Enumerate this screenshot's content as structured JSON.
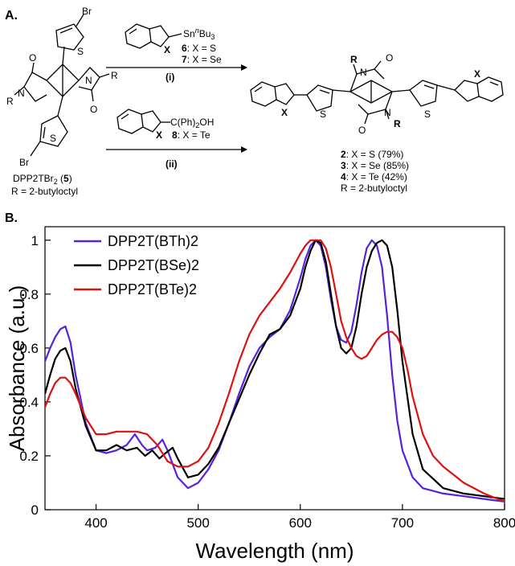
{
  "scheme": {
    "panel_label": "A.",
    "reagent_top": {
      "label_main": "Sn",
      "label_sup": "n",
      "label_tail": "Bu",
      "label_sub": "3",
      "x_label": "X",
      "compounds": [
        {
          "num": "6",
          "text": ": X = S"
        },
        {
          "num": "7",
          "text": ": X = Se"
        }
      ],
      "step": "(i)"
    },
    "reagent_bottom": {
      "label_main": "C(Ph)",
      "label_sub": "2",
      "label_tail": "OH",
      "x_label": "X",
      "compound": {
        "num": "8",
        "text": ": X = Te"
      },
      "step": "(ii)"
    },
    "starting_material": {
      "name_main": "DPP2TBr",
      "name_sub": "2",
      "name_num": "5",
      "r_def": "R = 2-butyloctyl",
      "atoms": {
        "br": "Br",
        "s": "S",
        "o": "O",
        "n": "N",
        "r": "R"
      }
    },
    "product": {
      "x_label": "X",
      "atoms": {
        "s": "S",
        "o": "O",
        "n": "N",
        "r": "R"
      },
      "yields": [
        {
          "num": "2",
          "text": ": X = S   (79%)"
        },
        {
          "num": "3",
          "text": ": X = Se  (85%)"
        },
        {
          "num": "4",
          "text": ": X = Te  (42%)"
        }
      ],
      "r_def": "R = 2-butyloctyl"
    }
  },
  "chart_panel_label": "B.",
  "colors": {
    "bth": "#5522dd",
    "bse": "#000000",
    "bte": "#dd1111"
  },
  "chart_data": {
    "type": "line",
    "title": "",
    "xlabel": "Wavelength (nm)",
    "ylabel": "Absorbance (a.u.)",
    "xlim": [
      350,
      800
    ],
    "ylim": [
      0,
      1.05
    ],
    "xticks": [
      400,
      500,
      600,
      700,
      800
    ],
    "yticks": [
      0,
      0.2,
      0.4,
      0.6,
      0.8,
      1
    ],
    "ytick_labels": [
      "0",
      "0.2",
      "0.4",
      "0.6",
      "0.8",
      "1"
    ],
    "legend": "top-left",
    "series": [
      {
        "name": "DPP2T(BTh)2",
        "color_key": "bth",
        "x": [
          350,
          355,
          360,
          365,
          370,
          375,
          380,
          390,
          400,
          410,
          420,
          430,
          438,
          445,
          450,
          458,
          465,
          470,
          480,
          490,
          500,
          510,
          520,
          530,
          540,
          550,
          560,
          570,
          580,
          590,
          600,
          605,
          610,
          615,
          620,
          625,
          630,
          635,
          640,
          645,
          650,
          655,
          660,
          665,
          670,
          675,
          680,
          685,
          690,
          695,
          700,
          710,
          720,
          740,
          760,
          780,
          800
        ],
        "y": [
          0.55,
          0.6,
          0.64,
          0.67,
          0.68,
          0.62,
          0.5,
          0.32,
          0.22,
          0.21,
          0.22,
          0.24,
          0.28,
          0.24,
          0.22,
          0.23,
          0.26,
          0.22,
          0.12,
          0.08,
          0.1,
          0.15,
          0.22,
          0.32,
          0.43,
          0.53,
          0.6,
          0.64,
          0.67,
          0.74,
          0.86,
          0.93,
          0.98,
          1.0,
          0.98,
          0.9,
          0.78,
          0.68,
          0.63,
          0.62,
          0.66,
          0.76,
          0.88,
          0.97,
          1.0,
          0.98,
          0.9,
          0.72,
          0.5,
          0.33,
          0.22,
          0.12,
          0.08,
          0.06,
          0.05,
          0.04,
          0.03
        ]
      },
      {
        "name": "DPP2T(BSe)2",
        "color_key": "bse",
        "x": [
          350,
          355,
          360,
          365,
          370,
          375,
          380,
          390,
          400,
          410,
          420,
          430,
          440,
          448,
          455,
          462,
          468,
          475,
          480,
          490,
          500,
          510,
          520,
          530,
          540,
          550,
          560,
          570,
          580,
          590,
          600,
          605,
          610,
          615,
          620,
          625,
          630,
          635,
          640,
          645,
          650,
          655,
          660,
          665,
          670,
          675,
          680,
          685,
          690,
          695,
          700,
          710,
          720,
          740,
          760,
          780,
          800
        ],
        "y": [
          0.43,
          0.5,
          0.56,
          0.59,
          0.6,
          0.55,
          0.45,
          0.31,
          0.22,
          0.22,
          0.24,
          0.22,
          0.23,
          0.2,
          0.22,
          0.19,
          0.21,
          0.23,
          0.19,
          0.12,
          0.13,
          0.17,
          0.23,
          0.32,
          0.41,
          0.5,
          0.58,
          0.65,
          0.67,
          0.72,
          0.82,
          0.9,
          0.96,
          1.0,
          0.99,
          0.92,
          0.8,
          0.68,
          0.6,
          0.58,
          0.6,
          0.68,
          0.8,
          0.9,
          0.96,
          0.99,
          1.0,
          0.98,
          0.9,
          0.74,
          0.55,
          0.28,
          0.15,
          0.08,
          0.06,
          0.05,
          0.04
        ]
      },
      {
        "name": "DPP2T(BTe)2",
        "color_key": "bte",
        "x": [
          350,
          355,
          360,
          365,
          370,
          375,
          380,
          390,
          400,
          410,
          420,
          430,
          440,
          450,
          460,
          470,
          480,
          490,
          500,
          510,
          520,
          530,
          540,
          550,
          560,
          570,
          580,
          590,
          600,
          605,
          610,
          615,
          620,
          625,
          630,
          635,
          640,
          645,
          650,
          655,
          660,
          665,
          670,
          675,
          680,
          685,
          690,
          695,
          700,
          705,
          710,
          720,
          730,
          740,
          760,
          780,
          800
        ],
        "y": [
          0.38,
          0.43,
          0.47,
          0.49,
          0.49,
          0.47,
          0.43,
          0.34,
          0.28,
          0.28,
          0.29,
          0.29,
          0.29,
          0.28,
          0.24,
          0.18,
          0.16,
          0.16,
          0.18,
          0.23,
          0.32,
          0.43,
          0.55,
          0.65,
          0.72,
          0.77,
          0.82,
          0.88,
          0.95,
          0.98,
          1.0,
          1.0,
          1.0,
          0.97,
          0.9,
          0.8,
          0.7,
          0.64,
          0.6,
          0.57,
          0.56,
          0.57,
          0.6,
          0.63,
          0.65,
          0.66,
          0.66,
          0.64,
          0.6,
          0.52,
          0.42,
          0.28,
          0.2,
          0.16,
          0.1,
          0.06,
          0.03
        ]
      }
    ]
  }
}
